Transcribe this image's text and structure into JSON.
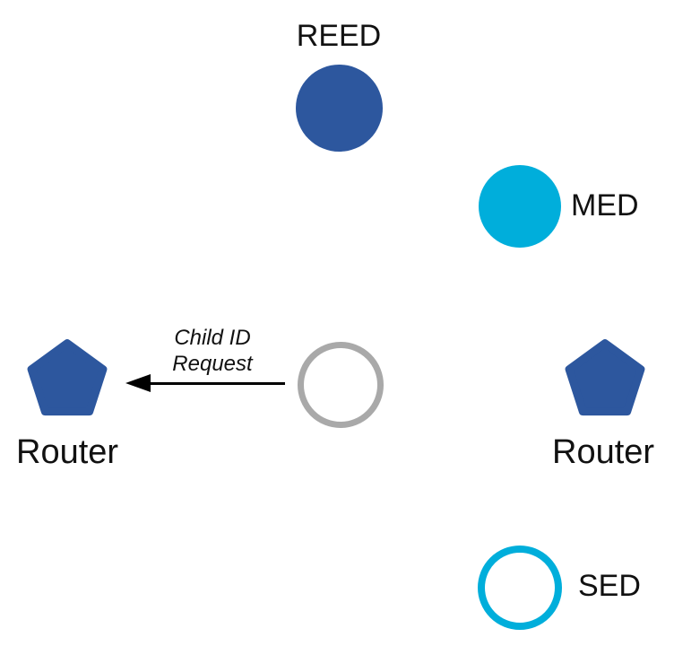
{
  "diagram": {
    "type": "network-topology",
    "description_visible_text_only": true
  },
  "colors": {
    "router_blue": "#2d579e",
    "end_device_cyan": "#00aedb",
    "joining_gray": "#a9a9a9",
    "arrow_black": "#000000",
    "background": "#ffffff"
  },
  "nodes": {
    "reed": {
      "label": "REED",
      "shape": "circle",
      "style": "filled",
      "color": "#2d579e"
    },
    "med": {
      "label": "MED",
      "shape": "circle",
      "style": "filled",
      "color": "#00aedb"
    },
    "joining_device": {
      "label": "",
      "shape": "circle",
      "style": "outline",
      "color": "#a9a9a9"
    },
    "router_left": {
      "label": "Router",
      "shape": "pentagon",
      "style": "filled",
      "color": "#2d579e"
    },
    "router_right": {
      "label": "Router",
      "shape": "pentagon",
      "style": "filled",
      "color": "#2d579e"
    },
    "sed": {
      "label": "SED",
      "shape": "circle",
      "style": "outline",
      "color": "#00aedb"
    }
  },
  "message": {
    "line1": "Child ID",
    "line2": "Request",
    "from": "joining_device",
    "to": "router_left"
  }
}
